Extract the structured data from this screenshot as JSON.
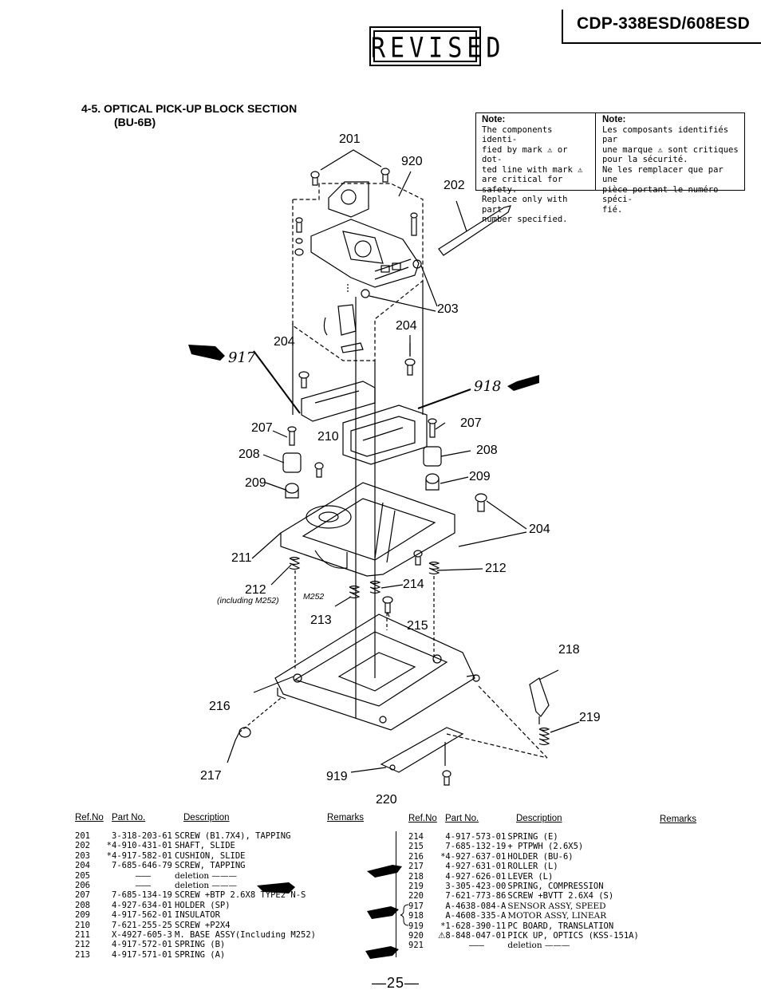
{
  "header": {
    "model": "CDP-338ESD/608ESD",
    "stamp": "REVISED"
  },
  "section": {
    "line1": "4-5.  OPTICAL PICK-UP BLOCK SECTION",
    "line2": "(BU-6B)"
  },
  "note_en": {
    "title": "Note:",
    "lines": [
      "The components identi-",
      "fied by mark ⚠ or dot-",
      "ted line with mark ⚠",
      "are critical for safety.",
      "Replace only with part",
      "number specified."
    ]
  },
  "note_fr": {
    "title": "Note:",
    "lines": [
      "Les composants identifiés par",
      "une marque ⚠ sont critiques",
      "pour la sécurité.",
      "Ne les remplacer que par une",
      "pièce portant le numéro spéci-",
      "fié."
    ]
  },
  "callouts": {
    "c201": "201",
    "c920": "920",
    "c202": "202",
    "c203": "203",
    "c204a": "204",
    "c204b": "204",
    "c204c": "204",
    "c207a": "207",
    "c207b": "207",
    "c210": "210",
    "c208a": "208",
    "c208b": "208",
    "c209a": "209",
    "c209b": "209",
    "c211": "211",
    "c212a": "212",
    "c212b": "212",
    "c214": "214",
    "c213": "213",
    "c215": "215",
    "c218": "218",
    "c216": "216",
    "c219": "219",
    "c217": "217",
    "c919": "919",
    "c220": "220",
    "including": "(including M252)",
    "m252": "M252",
    "hand917": "917",
    "hand918": "918"
  },
  "table_headers": {
    "ref": "Ref.No",
    "part": "Part No.",
    "desc": "Description",
    "remarks": "Remarks"
  },
  "parts_left": [
    {
      "ref": "201",
      "mark": "",
      "part": "3-318-203-61",
      "desc": "SCREW (B1.7X4), TAPPING"
    },
    {
      "ref": "202",
      "mark": "*",
      "part": "4-910-431-01",
      "desc": "SHAFT, SLIDE"
    },
    {
      "ref": "203",
      "mark": "*",
      "part": "4-917-582-01",
      "desc": "CUSHION, SLIDE"
    },
    {
      "ref": "204",
      "mark": "",
      "part": "7-685-646-79",
      "desc": "SCREW, TAPPING"
    },
    {
      "ref": "205",
      "mark": "",
      "part": "———",
      "desc": "deletion ———"
    },
    {
      "ref": "206",
      "mark": "",
      "part": "———",
      "desc": "deletion ———"
    },
    {
      "ref": "207",
      "mark": "",
      "part": "7-685-134-19",
      "desc": "SCREW +BTP 2.6X8 TYPE2 N-S"
    },
    {
      "ref": "208",
      "mark": "",
      "part": "4-927-634-01",
      "desc": "HOLDER (SP)"
    },
    {
      "ref": "209",
      "mark": "",
      "part": "4-917-562-01",
      "desc": "INSULATOR"
    },
    {
      "ref": "210",
      "mark": "",
      "part": "7-621-255-25",
      "desc": "SCREW +P2X4"
    },
    {
      "ref": "211",
      "mark": "",
      "part": "X-4927-605-3",
      "desc": "M. BASE ASSY(Including M252)"
    },
    {
      "ref": "212",
      "mark": "",
      "part": "4-917-572-01",
      "desc": "SPRING (B)"
    },
    {
      "ref": "213",
      "mark": "",
      "part": "4-917-571-01",
      "desc": "SPRING (A)"
    }
  ],
  "parts_right": [
    {
      "ref": "214",
      "mark": "",
      "part": "4-917-573-01",
      "desc": "SPRING (E)"
    },
    {
      "ref": "215",
      "mark": "",
      "part": "7-685-132-19",
      "desc": "+ PTPWH (2.6X5)"
    },
    {
      "ref": "216",
      "mark": "*",
      "part": "4-927-637-01",
      "desc": "HOLDER (BU-6)"
    },
    {
      "ref": "217",
      "mark": "",
      "part": "4-927-631-01",
      "desc": "ROLLER (L)"
    },
    {
      "ref": "218",
      "mark": "",
      "part": "4-927-626-01",
      "desc": "LEVER (L)"
    },
    {
      "ref": "219",
      "mark": "",
      "part": "3-305-423-00",
      "desc": "SPRING, COMPRESSION"
    },
    {
      "ref": "220",
      "mark": "",
      "part": "7-621-773-86",
      "desc": "SCREW +BVTT 2.6X4 (S)"
    },
    {
      "ref": "917",
      "mark": "",
      "part": "A-4638-084-A",
      "desc": "SENSOR ASSY, SPEED"
    },
    {
      "ref": "918",
      "mark": "",
      "part": "A-4608-335-A",
      "desc": "MOTOR ASSY, LINEAR"
    },
    {
      "ref": "919",
      "mark": "*",
      "part": "1-628-390-11",
      "desc": "PC BOARD, TRANSLATION"
    },
    {
      "ref": "920",
      "mark": "⚠",
      "part": "8-848-047-01",
      "desc": "PICK UP, OPTICS (KSS-151A)"
    },
    {
      "ref": "921",
      "mark": "",
      "part": "———",
      "desc": "deletion ———"
    }
  ],
  "page_number": "—25—"
}
